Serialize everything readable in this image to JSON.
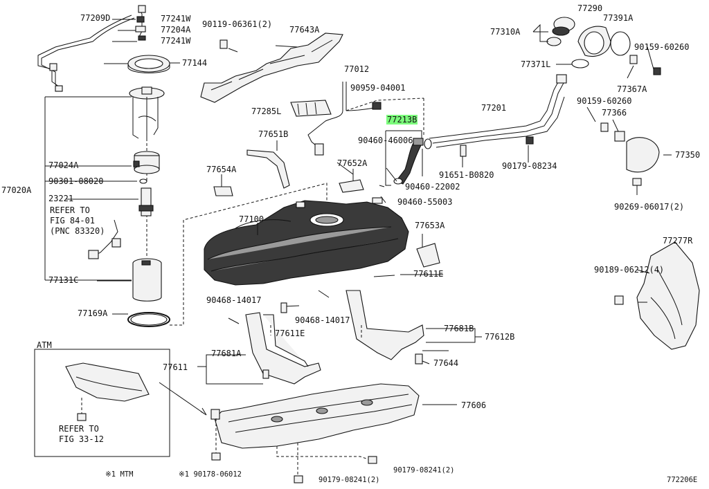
{
  "diagram_id": "772206E",
  "labels": {
    "p77209D": "77209D",
    "p77241W_a": "77241W",
    "p77204A": "77204A",
    "p77241W_b": "77241W",
    "p77144": "77144",
    "p77020A": "77020A",
    "p77024A": "77024A",
    "p90301": "90301-08020",
    "p23221": "23221",
    "refer1": "REFER TO",
    "refer2": "FIG 84-01",
    "refer3": "(PNC 83320)",
    "p77131C": "77131C",
    "p77169A": "77169A",
    "p90119": "90119-06361(2)",
    "p77643A": "77643A",
    "p77012": "77012",
    "p90959": "90959-04001",
    "p77285L": "77285L",
    "p77213B": "77213B",
    "p90460_46006": "90460-46006",
    "p77651B": "77651B",
    "p77654A": "77654A",
    "p77652A": "77652A",
    "p90460_55003": "90460-55003",
    "p90460_22002": "90460-22002",
    "p91651": "91651-B0820",
    "p77100": "77100",
    "p77653A": "77653A",
    "p77611E_a": "77611E",
    "p90468_a": "90468-14017",
    "p90468_b": "90468-14017",
    "p77611E_b": "77611E",
    "p77681B": "77681B",
    "p77612B": "77612B",
    "p77644": "77644",
    "p77611": "77611",
    "p77681A": "77681A",
    "p77606": "77606",
    "p77201": "77201",
    "p90179_08234": "90179-08234",
    "p77290": "77290",
    "p77391A": "77391A",
    "p77310A": "77310A",
    "p90159_a": "90159-60260",
    "p77371L": "77371L",
    "p77367A": "77367A",
    "p90159_b": "90159-60260",
    "p77366": "77366",
    "p77350": "77350",
    "p90269": "90269-06017(2)",
    "p77277R": "77277R",
    "p90189": "90189-06212(4)",
    "atm": "ATM",
    "refer4": "REFER TO",
    "refer5": "FIG 33-12",
    "note_mtm": "※1 MTM",
    "p90178": "※1 90178-06012",
    "p90179_08241_a": "90179-08241(2)",
    "p90179_08241_b": "90179-08241(2)",
    "footer": "772206E"
  },
  "highlight_color": "#7CFC7C"
}
